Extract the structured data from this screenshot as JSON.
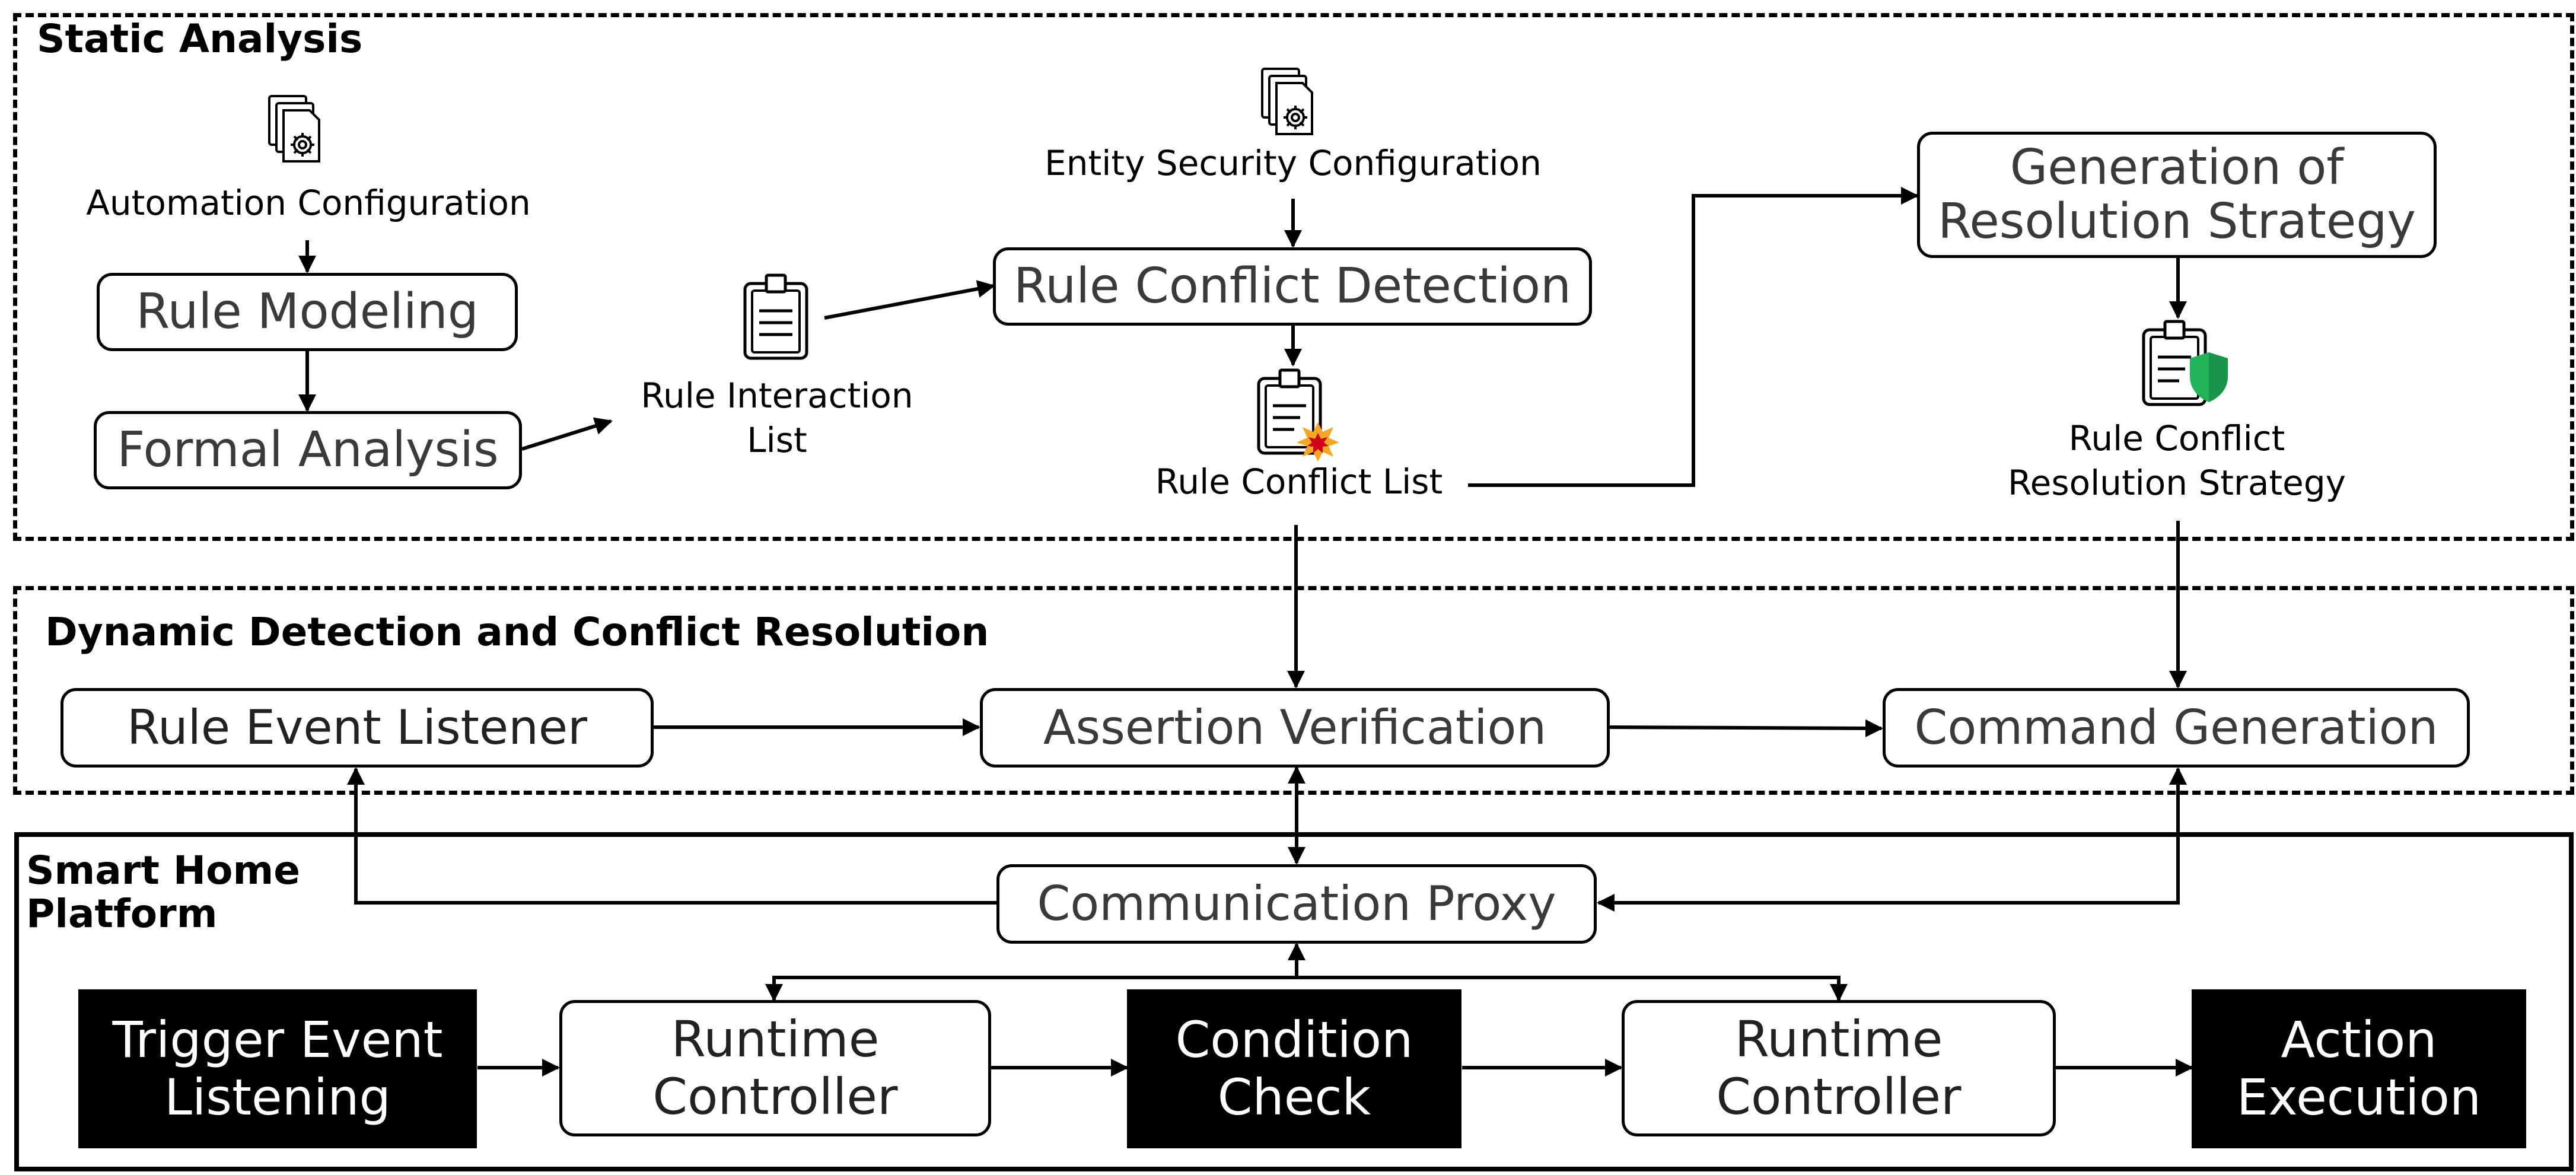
{
  "sections": {
    "static": {
      "title": "Static Analysis"
    },
    "dynamic": {
      "title": "Dynamic Detection and Conflict Resolution"
    },
    "platform": {
      "title": "Smart Home\nPlatform"
    }
  },
  "static_analysis": {
    "automation_config_label": "Automation Configuration",
    "entity_security_config_label": "Entity Security Configuration",
    "rule_modeling": "Rule Modeling",
    "formal_analysis": "Formal Analysis",
    "rule_interaction_list": "Rule Interaction List",
    "rule_conflict_detection": "Rule Conflict Detection",
    "rule_conflict_list": "Rule Conflict List",
    "generation_of_resolution_strategy": "Generation of Resolution Strategy",
    "rule_conflict_resolution_strategy": "Rule Conflict Resolution Strategy"
  },
  "dynamic": {
    "rule_event_listener": "Rule Event Listener",
    "assertion_verification": "Assertion Verification",
    "command_generation": "Command Generation"
  },
  "platform": {
    "communication_proxy": "Communication Proxy",
    "trigger_event_listening": "Trigger Event Listening",
    "runtime_controller_1": "Runtime Controller",
    "condition_check": "Condition Check",
    "runtime_controller_2": "Runtime Controller",
    "action_execution": "Action Execution"
  },
  "icons": {
    "config_doc": "document-gear-icon",
    "clipboard": "clipboard-icon",
    "conflict": "clipboard-explosion-icon",
    "shield": "clipboard-shield-icon"
  },
  "colors": {
    "shield": "#22b35a",
    "burst_outer": "#f5a623",
    "burst_inner": "#d0021b"
  }
}
